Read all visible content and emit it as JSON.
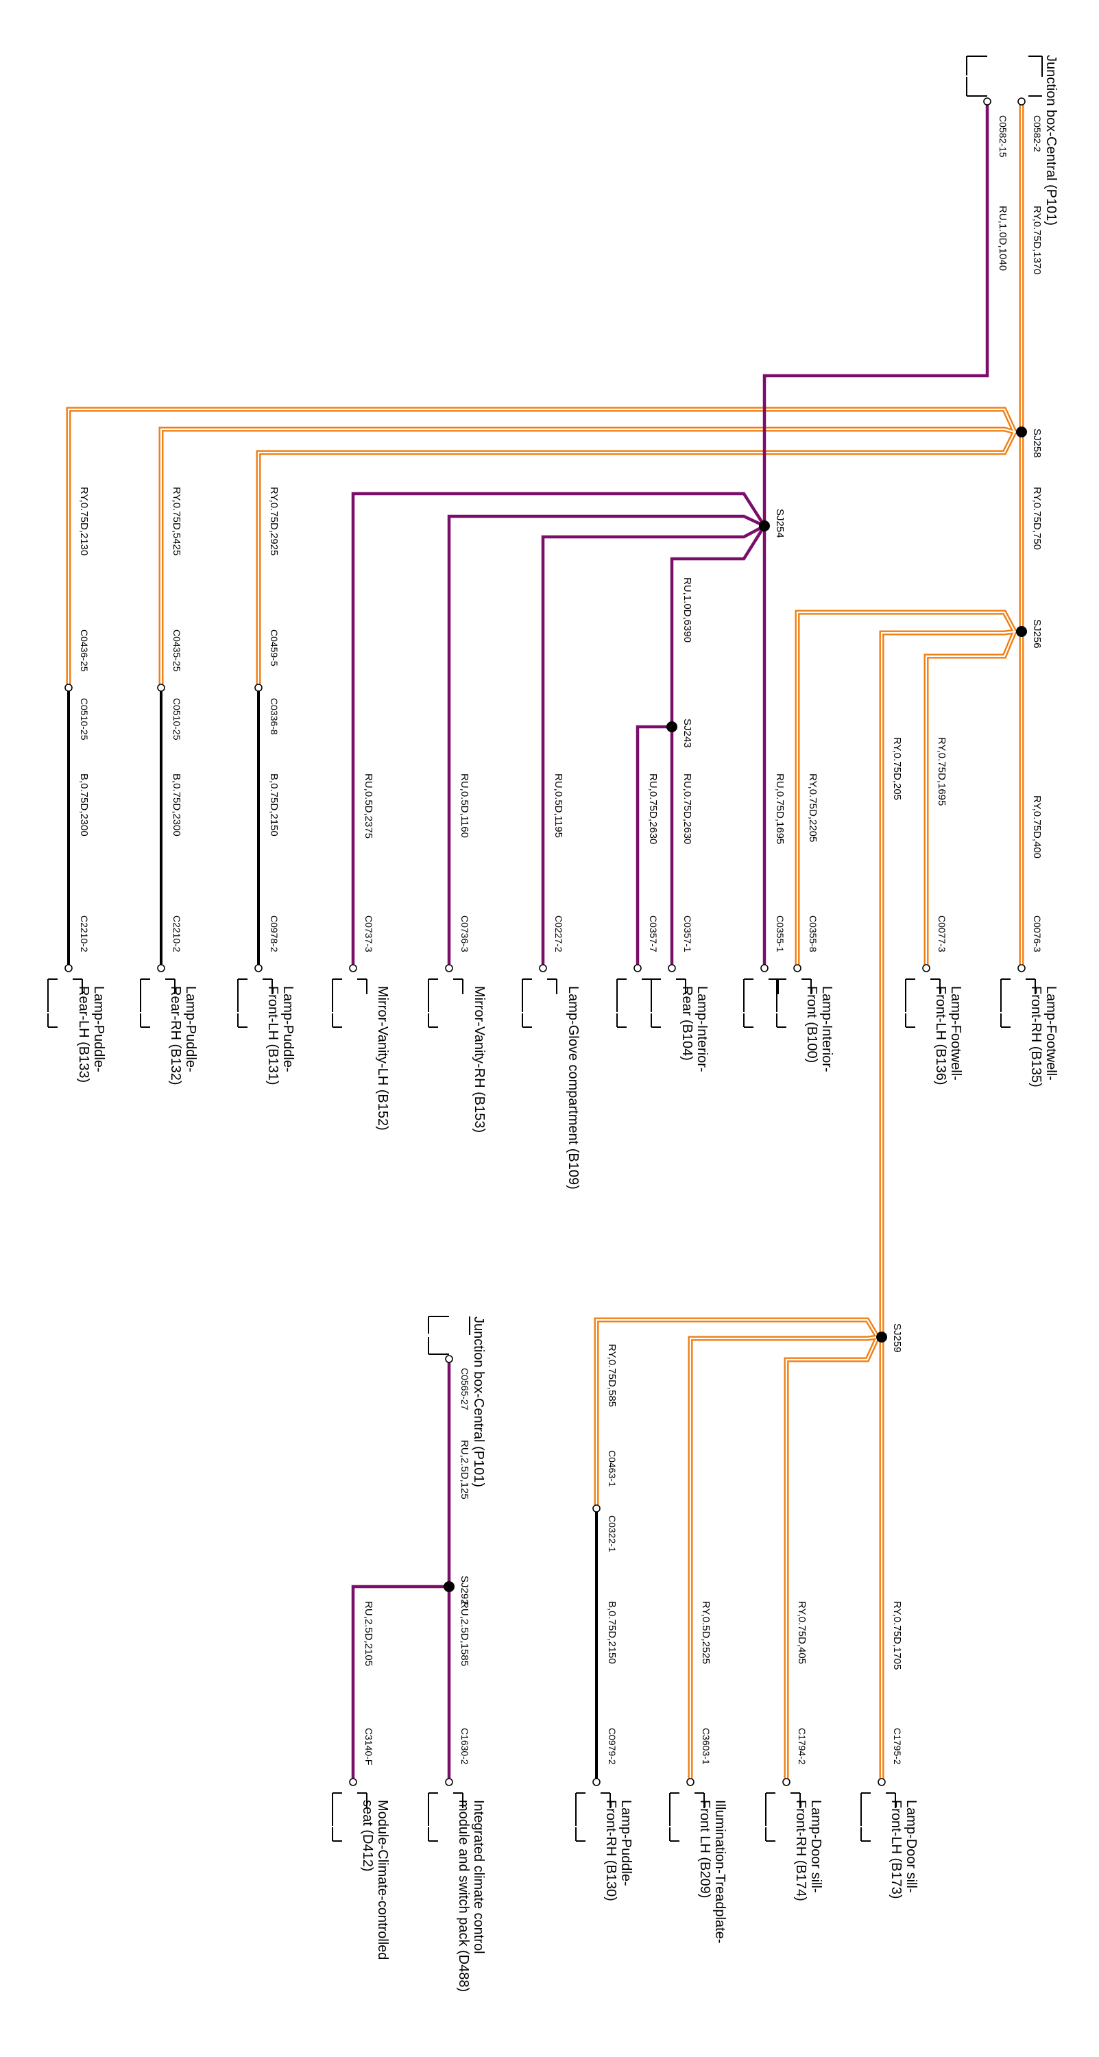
{
  "colors": {
    "orange": "#f07e10",
    "purple": "#7a0f6a",
    "black": "#000000"
  },
  "components": {
    "jb_top_1": "Junction box-Central (P101)",
    "jb_bot_1": "Junction box-Central (P101)",
    "b135": [
      "Lamp-Footwell-",
      "Front-RH (B135)"
    ],
    "b136": [
      "Lamp-Footwell-",
      "Front-LH (B136)"
    ],
    "b100": [
      "Lamp-Interior-",
      "Front (B100)"
    ],
    "b104": [
      "Lamp-Interior-",
      "Rear (B104)"
    ],
    "b109": "Lamp-Glove compartment (B109)",
    "b153": "Mirror-Vanity-RH (B153)",
    "b152": "Mirror-Vanity-LH (B152)",
    "b131": [
      "Lamp-Puddle-",
      "Front-LH (B131)"
    ],
    "b132": [
      "Lamp-Puddle-",
      "Rear-RH (B132)"
    ],
    "b133": [
      "Lamp-Puddle-",
      "Rear-LH (B133)"
    ],
    "b173": [
      "Lamp-Door sill-",
      "Front-LH (B173)"
    ],
    "b174": [
      "Lamp-Door sill-",
      "Front-RH (B174)"
    ],
    "b209": [
      "Illumination-Treadplate-",
      "Front LH (B209)"
    ],
    "b130": [
      "Lamp-Puddle-",
      "Front-RH (B130)"
    ],
    "d488": [
      "Integrated climate control",
      "module and switch pack (D488)"
    ],
    "d412": [
      "Module-Climate-controlled",
      "seat (D412)"
    ]
  },
  "splices": {
    "sj258": "SJ258",
    "sj254": "SJ254",
    "sj256": "SJ256",
    "sj243": "SJ243",
    "sj259": "SJ259",
    "sj292": "SJ292"
  },
  "wires": {
    "w_ry1370": "RY,0.75D,1370",
    "w_ru1040": "RU,1.0D,1040",
    "w_ry750": "RY,0.75D,750",
    "w_ry2130": "RY,0.75D,2130",
    "w_ry5425": "RY,0.75D,5425",
    "w_ry2925": "RY,0.75D,2925",
    "w_ru6390": "RU,1.0D,6390",
    "w_ry400": "RY,0.75D,400",
    "w_ry1695": "RY,0.75D,1695",
    "w_ry205": "RY,0.75D,205",
    "w_ry2205": "RY,0.75D,2205",
    "w_ru1695": "RU,0.75D,1695",
    "w_ru2630": "RU,0.75D,2630",
    "w_ru2630b": "RU,0.75D,2630",
    "w_ru1195": "RU,0.5D,1195",
    "w_ru1160": "RU,0.5D,1160",
    "w_ru2375": "RU,0.5D,2375",
    "w_b2150a": "B,0.75D,2150",
    "w_b2300a": "B,0.75D,2300",
    "w_b2300b": "B,0.75D,2300",
    "w_ry1705": "RY,0.75D,1705",
    "w_ry405": "RY,0.75D,405",
    "w_ry2525": "RY,0.5D,2525",
    "w_ry585": "RY,0.75D,585",
    "w_b2150b": "B,0.75D,2150",
    "w_ru125": "RU,2.5D,125",
    "w_ru1585": "RU,2.5D,1585",
    "w_ru2105": "RU,2.5D,2105"
  },
  "connectors": {
    "c0582_2": "C0582-2",
    "c0582_15": "C0582-15",
    "c0436_25": "C0436-25",
    "c0510_25a": "C0510-25",
    "c0435_25": "C0435-25",
    "c0510_25b": "C0510-25",
    "c0459_5": "C0459-5",
    "c0336_8": "C0336-8",
    "c0076_3": "C0076-3",
    "c0077_3": "C0077-3",
    "c0355_8": "C0355-8",
    "c0355_1": "C0355-1",
    "c0357_1": "C0357-1",
    "c0357_7": "C0357-7",
    "c0227_2": "C0227-2",
    "c0736_3": "C0736-3",
    "c0737_3": "C0737-3",
    "c0978_2": "C0978-2",
    "c2210_2a": "C2210-2",
    "c2210_2b": "C2210-2",
    "c1795_2": "C1795-2",
    "c1794_2": "C1794-2",
    "c3603_1": "C3603-1",
    "c0979_2": "C0979-2",
    "c0463_1": "C0463-1",
    "c0322_1": "C0322-1",
    "c0565_27": "C0565-27",
    "c1630_2": "C1630-2",
    "c3140_f": "C3140-F"
  }
}
